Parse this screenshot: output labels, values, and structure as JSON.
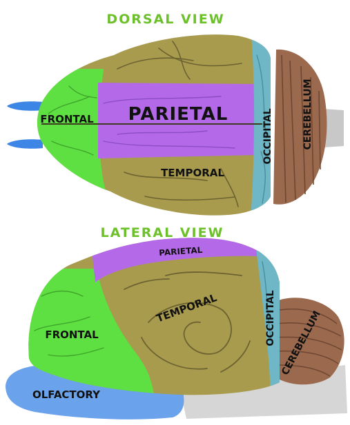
{
  "dorsal": {
    "title": "DORSAL VIEW",
    "labels": {
      "frontal": "FRONTAL",
      "parietal": "PARIETAL",
      "temporal": "TEMPORAL",
      "occipital": "OCCIPITAL",
      "cerebellum": "CEREBELLUM"
    }
  },
  "lateral": {
    "title": "LATERAL VIEW",
    "labels": {
      "parietal": "PARIETAL",
      "temporal": "TEMPORAL",
      "frontal": "FRONTAL",
      "occipital": "OCCIPITAL",
      "cerebellum": "CEREBELLUM",
      "olfactory": "OLFACTORY"
    }
  },
  "colors": {
    "title": "#6cc12a",
    "frontal": "#5ee043",
    "parietal": "#b46ae8",
    "temporal": "#a89b4e",
    "occipital": "#6fb6c6",
    "cerebellum": "#9b6a4e",
    "olfactory": "#6aa2ec",
    "brainstem": "#c8c8c8"
  }
}
